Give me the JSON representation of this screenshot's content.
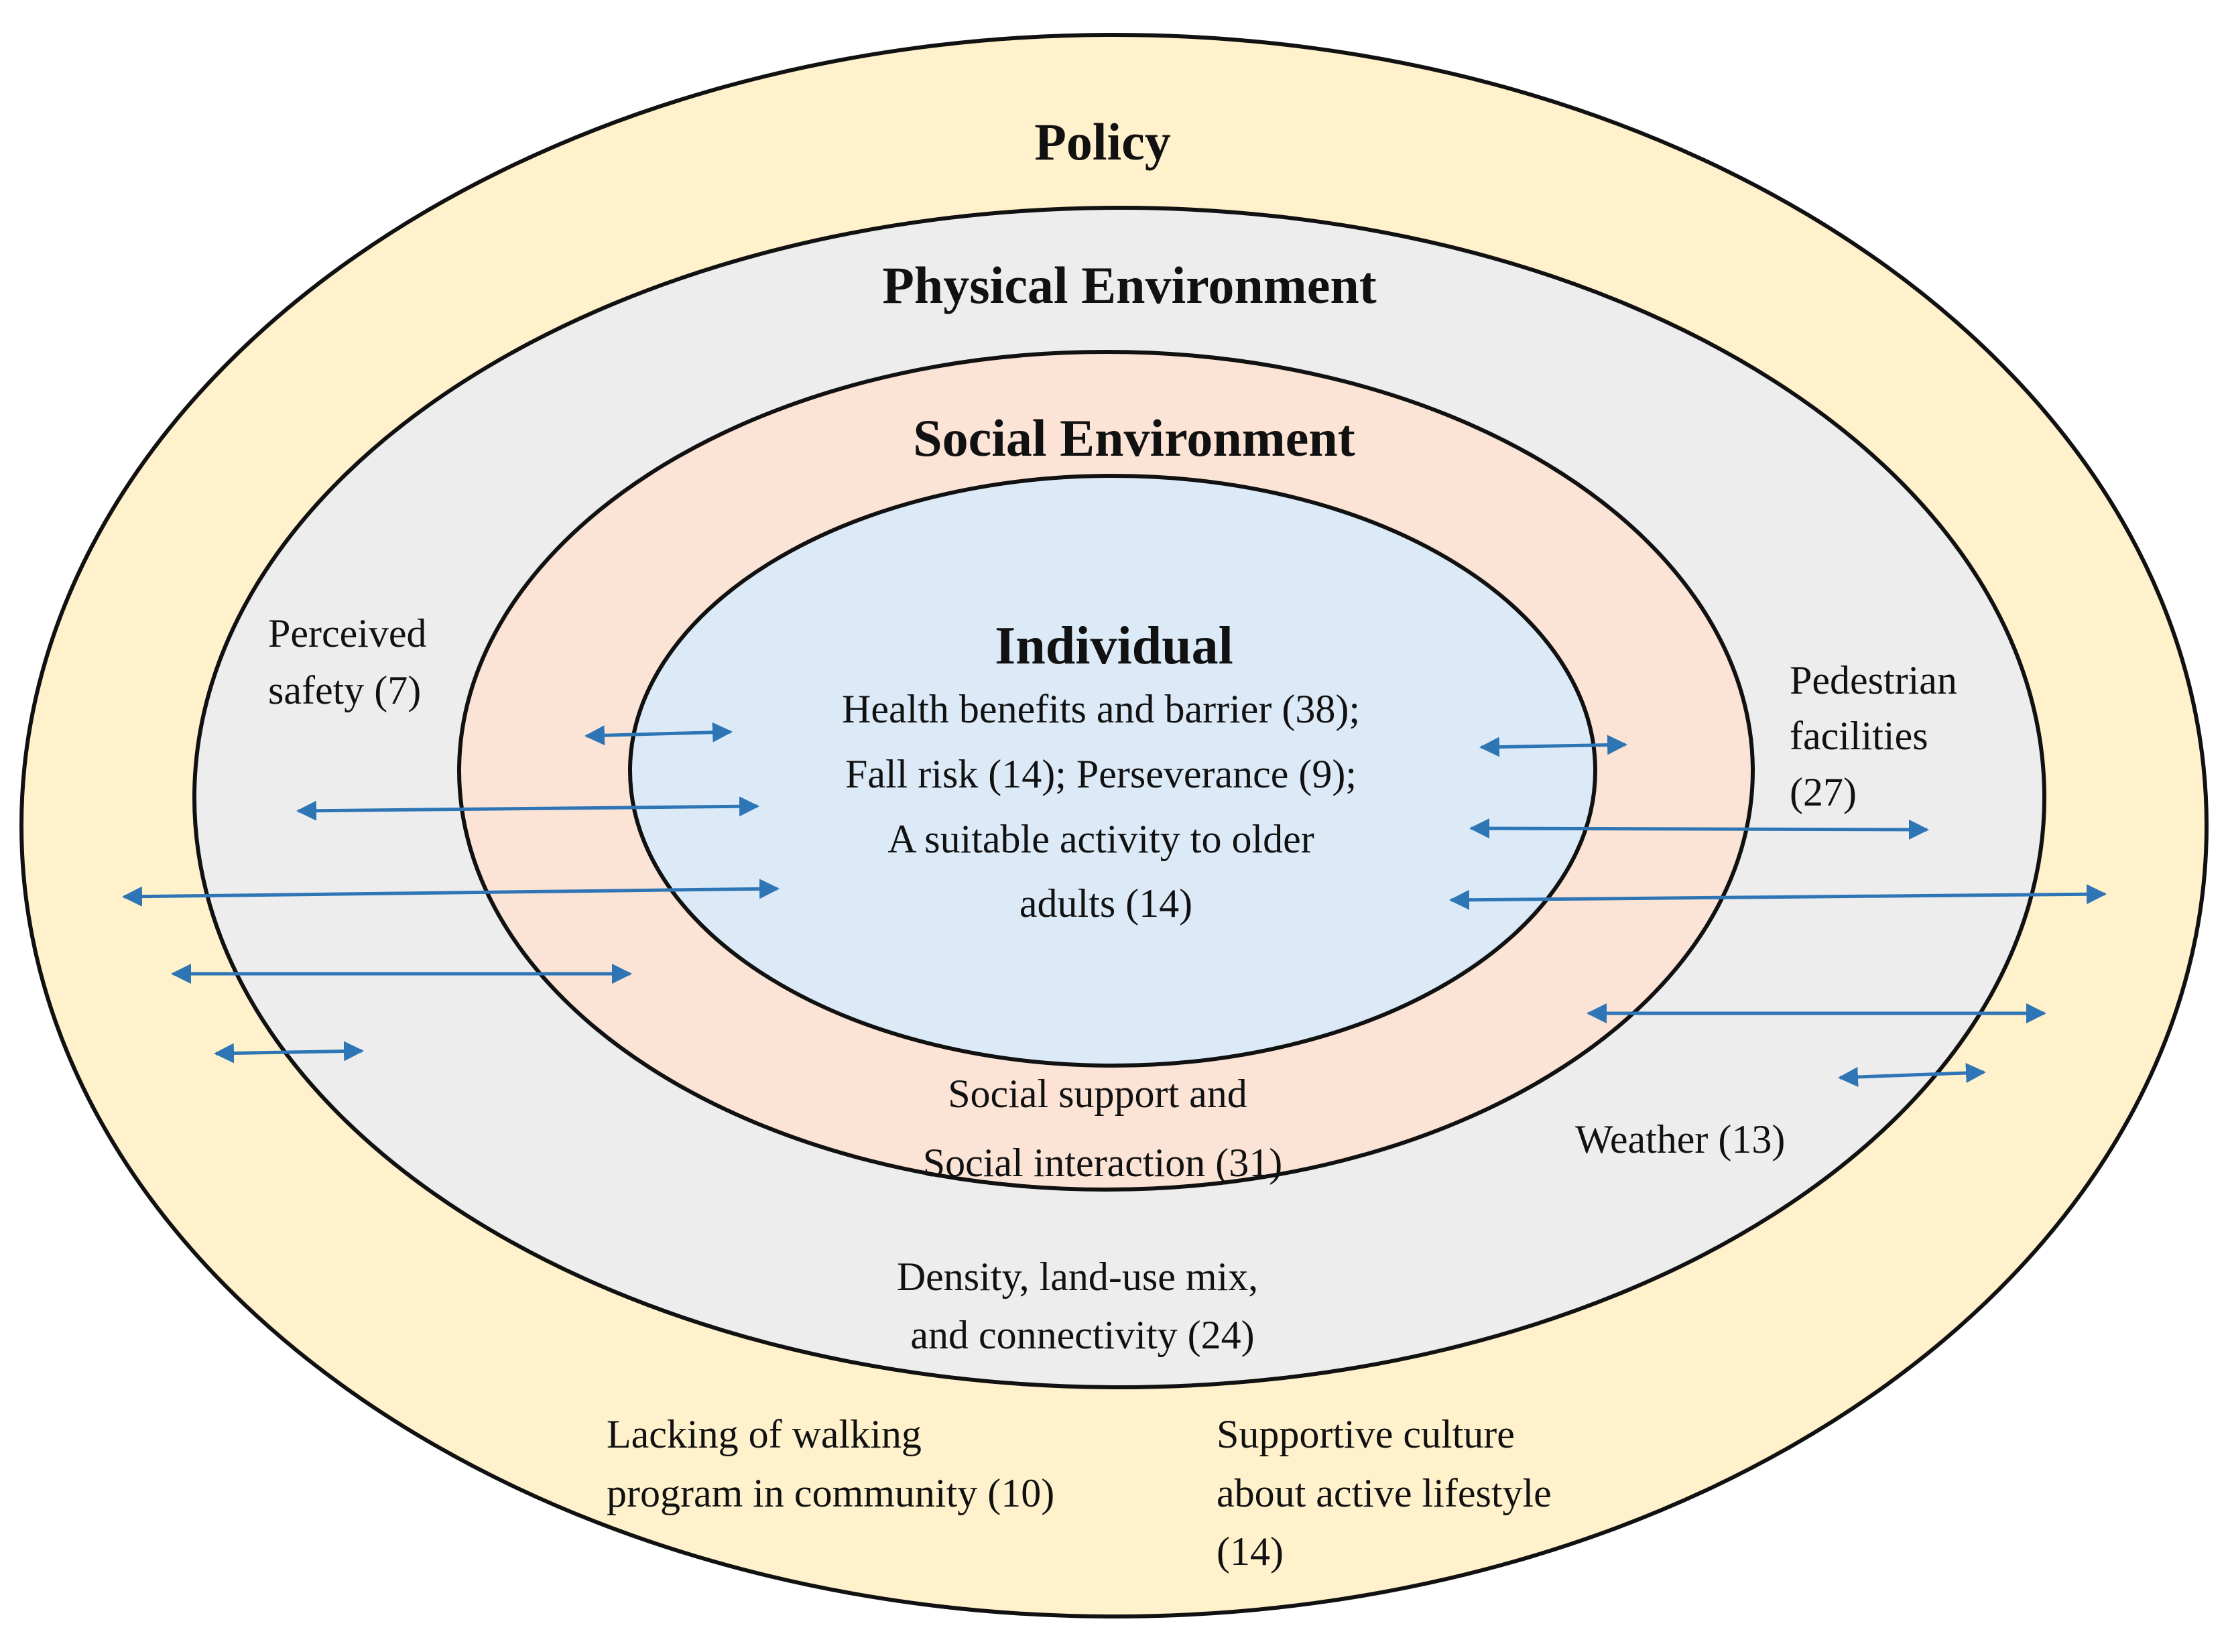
{
  "colors": {
    "policy_fill": "#FFF1CC",
    "physical_fill": "#EDEDED",
    "social_fill": "#FBE3D6",
    "individual_fill": "#DCEAF7",
    "outline": "#111111",
    "arrow": "#2E75B6"
  },
  "layers": {
    "policy": {
      "title": "Policy",
      "factors": [
        {
          "lines": [
            "Lacking of walking",
            "program in community (10)"
          ]
        },
        {
          "lines": [
            "Supportive culture",
            "about active lifestyle",
            "(14)"
          ]
        }
      ]
    },
    "physical": {
      "title": "Physical Environment",
      "factors": [
        {
          "lines": [
            "Perceived",
            "safety (7)"
          ]
        },
        {
          "lines": [
            "Pedestrian",
            "facilities",
            "(27)"
          ]
        },
        {
          "lines": [
            "Weather (13)"
          ]
        },
        {
          "lines": [
            "Density, land-use mix,",
            "and connectivity (24)"
          ]
        }
      ]
    },
    "social": {
      "title": "Social Environment",
      "factors": [
        {
          "lines": [
            "Social support and",
            "Social interaction (31)"
          ]
        }
      ]
    },
    "individual": {
      "title": "Individual",
      "factors": [
        {
          "lines": [
            "Health benefits and barrier (38);",
            "Fall risk  (14); Perseverance (9);",
            "A suitable activity to older",
            "adults (14)"
          ]
        }
      ]
    }
  }
}
